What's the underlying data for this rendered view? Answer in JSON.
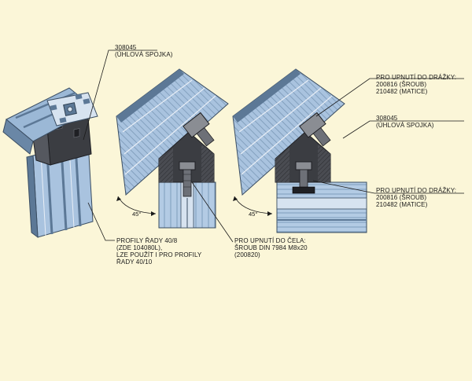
{
  "labels": {
    "top_left": {
      "line1": "308045",
      "line2": "(ÚHLOVÁ SPOJKA)"
    },
    "profiles": {
      "line1": "PROFILY ŘADY 40/8",
      "line2": "(ZDE 104080L),",
      "line3": "LZE POUŽÍT I PRO PROFILY",
      "line4": "ŘADY 40/10"
    },
    "front": {
      "line1": "PRO UPNUTÍ DO ČELA:",
      "line2": "ŠROUB DIN 7984 M8x20",
      "line3": "(200820)"
    },
    "groove_top": {
      "line1": "PRO UPNUTÍ DO DRÁŽKY:",
      "line2": "200816 (ŠROUB)",
      "line3": "210482 (MATICE)"
    },
    "right_part": {
      "line1": "308045",
      "line2": "(ÚHLOVÁ SPOJKA)"
    },
    "groove_bottom": {
      "line1": "PRO UPNUTÍ DO DRÁŽKY:",
      "line2": "200816 (ŠROUB)",
      "line3": "210482 (MATICE)"
    },
    "angle_left": "45°",
    "angle_right": "45°"
  },
  "colors": {
    "background": "#fbf6d8",
    "profile_blue": "#a9c3df",
    "profile_dark": "#5c7896",
    "connector": "#3b3d42",
    "line": "#1a1a1a"
  }
}
